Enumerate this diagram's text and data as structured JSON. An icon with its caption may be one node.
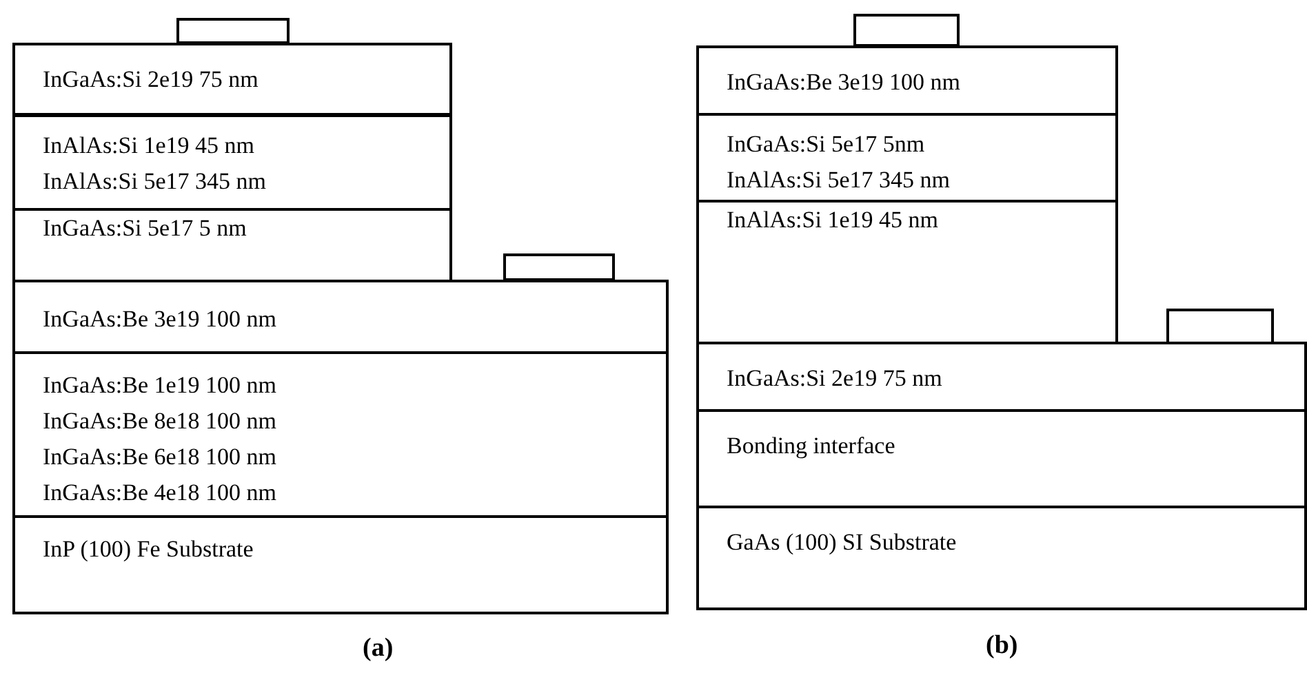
{
  "diagram": {
    "nodes": [
      {
        "text": [],
        "shape": "box"
      },
      {
        "text": [
          "InGaAs:Si 2e19 75 nm"
        ]
      },
      {
        "text": [
          "InAlAs:Si 1e19 45 nm",
          "InAlAs:Si 5e17 345 nm"
        ]
      },
      {
        "text": [
          "InGaAs:Si 5e17 5 nm"
        ]
      },
      {
        "text": [],
        "shape": "box"
      },
      {
        "text": [
          "InGaAs:Be 3e19 100 nm"
        ]
      },
      {
        "text": [
          "InGaAs:Be 1e19 100 nm",
          "InGaAs:Be 8e18 100 nm",
          "InGaAs:Be 6e18 100 nm",
          "InGaAs:Be 4e18 100 nm"
        ]
      },
      {
        "text": [
          "InP (100) Fe Substrate"
        ]
      },
      {
        "text": [],
        "shape": "box"
      },
      {
        "text": [
          "InGaAs:Be 3e19 100 nm"
        ]
      },
      {
        "text": [
          "InGaAs:Si 5e17 5nm",
          "InAlAs:Si 5e17 345 nm"
        ]
      },
      {
        "text": [
          "InAlAs:Si 1e19 45 nm"
        ]
      },
      {
        "text": [],
        "shape": "box"
      },
      {
        "text": [
          "InGaAs:Si 2e19 75 nm"
        ]
      },
      {
        "text": [
          "Bonding interface"
        ]
      },
      {
        "text": [
          "GaAs (100) SI Substrate"
        ]
      }
    ],
    "labels": [
      "(a)",
      "(b)"
    ]
  }
}
